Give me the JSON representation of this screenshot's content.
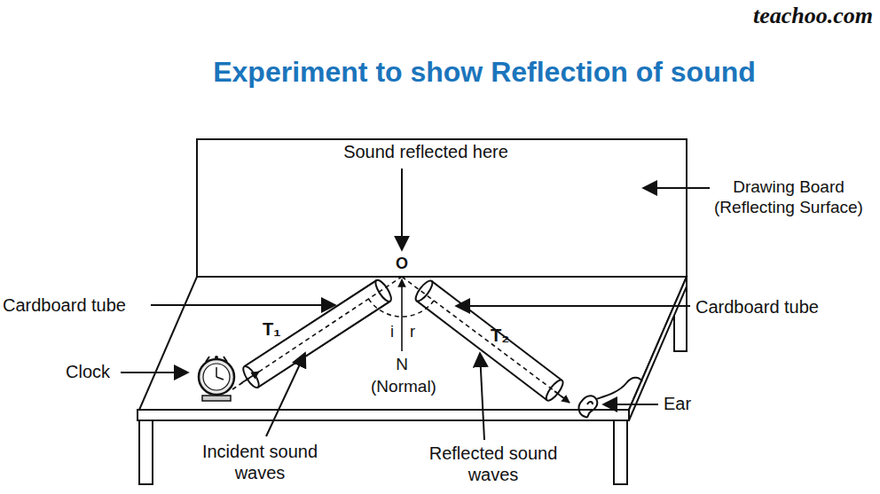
{
  "diagram": {
    "title": "Experiment to show Reflection of sound",
    "labels": [
      "teachoo.com",
      "Sound reflected here",
      "Drawing Board (Reflecting Surface)",
      "O",
      "Cardboard tube",
      "Cardboard tube",
      "T₁",
      "T₂",
      "i",
      "r",
      "N",
      "(Normal)",
      "Clock",
      "Ear",
      "Incident sound waves",
      "Reflected sound waves"
    ]
  }
}
